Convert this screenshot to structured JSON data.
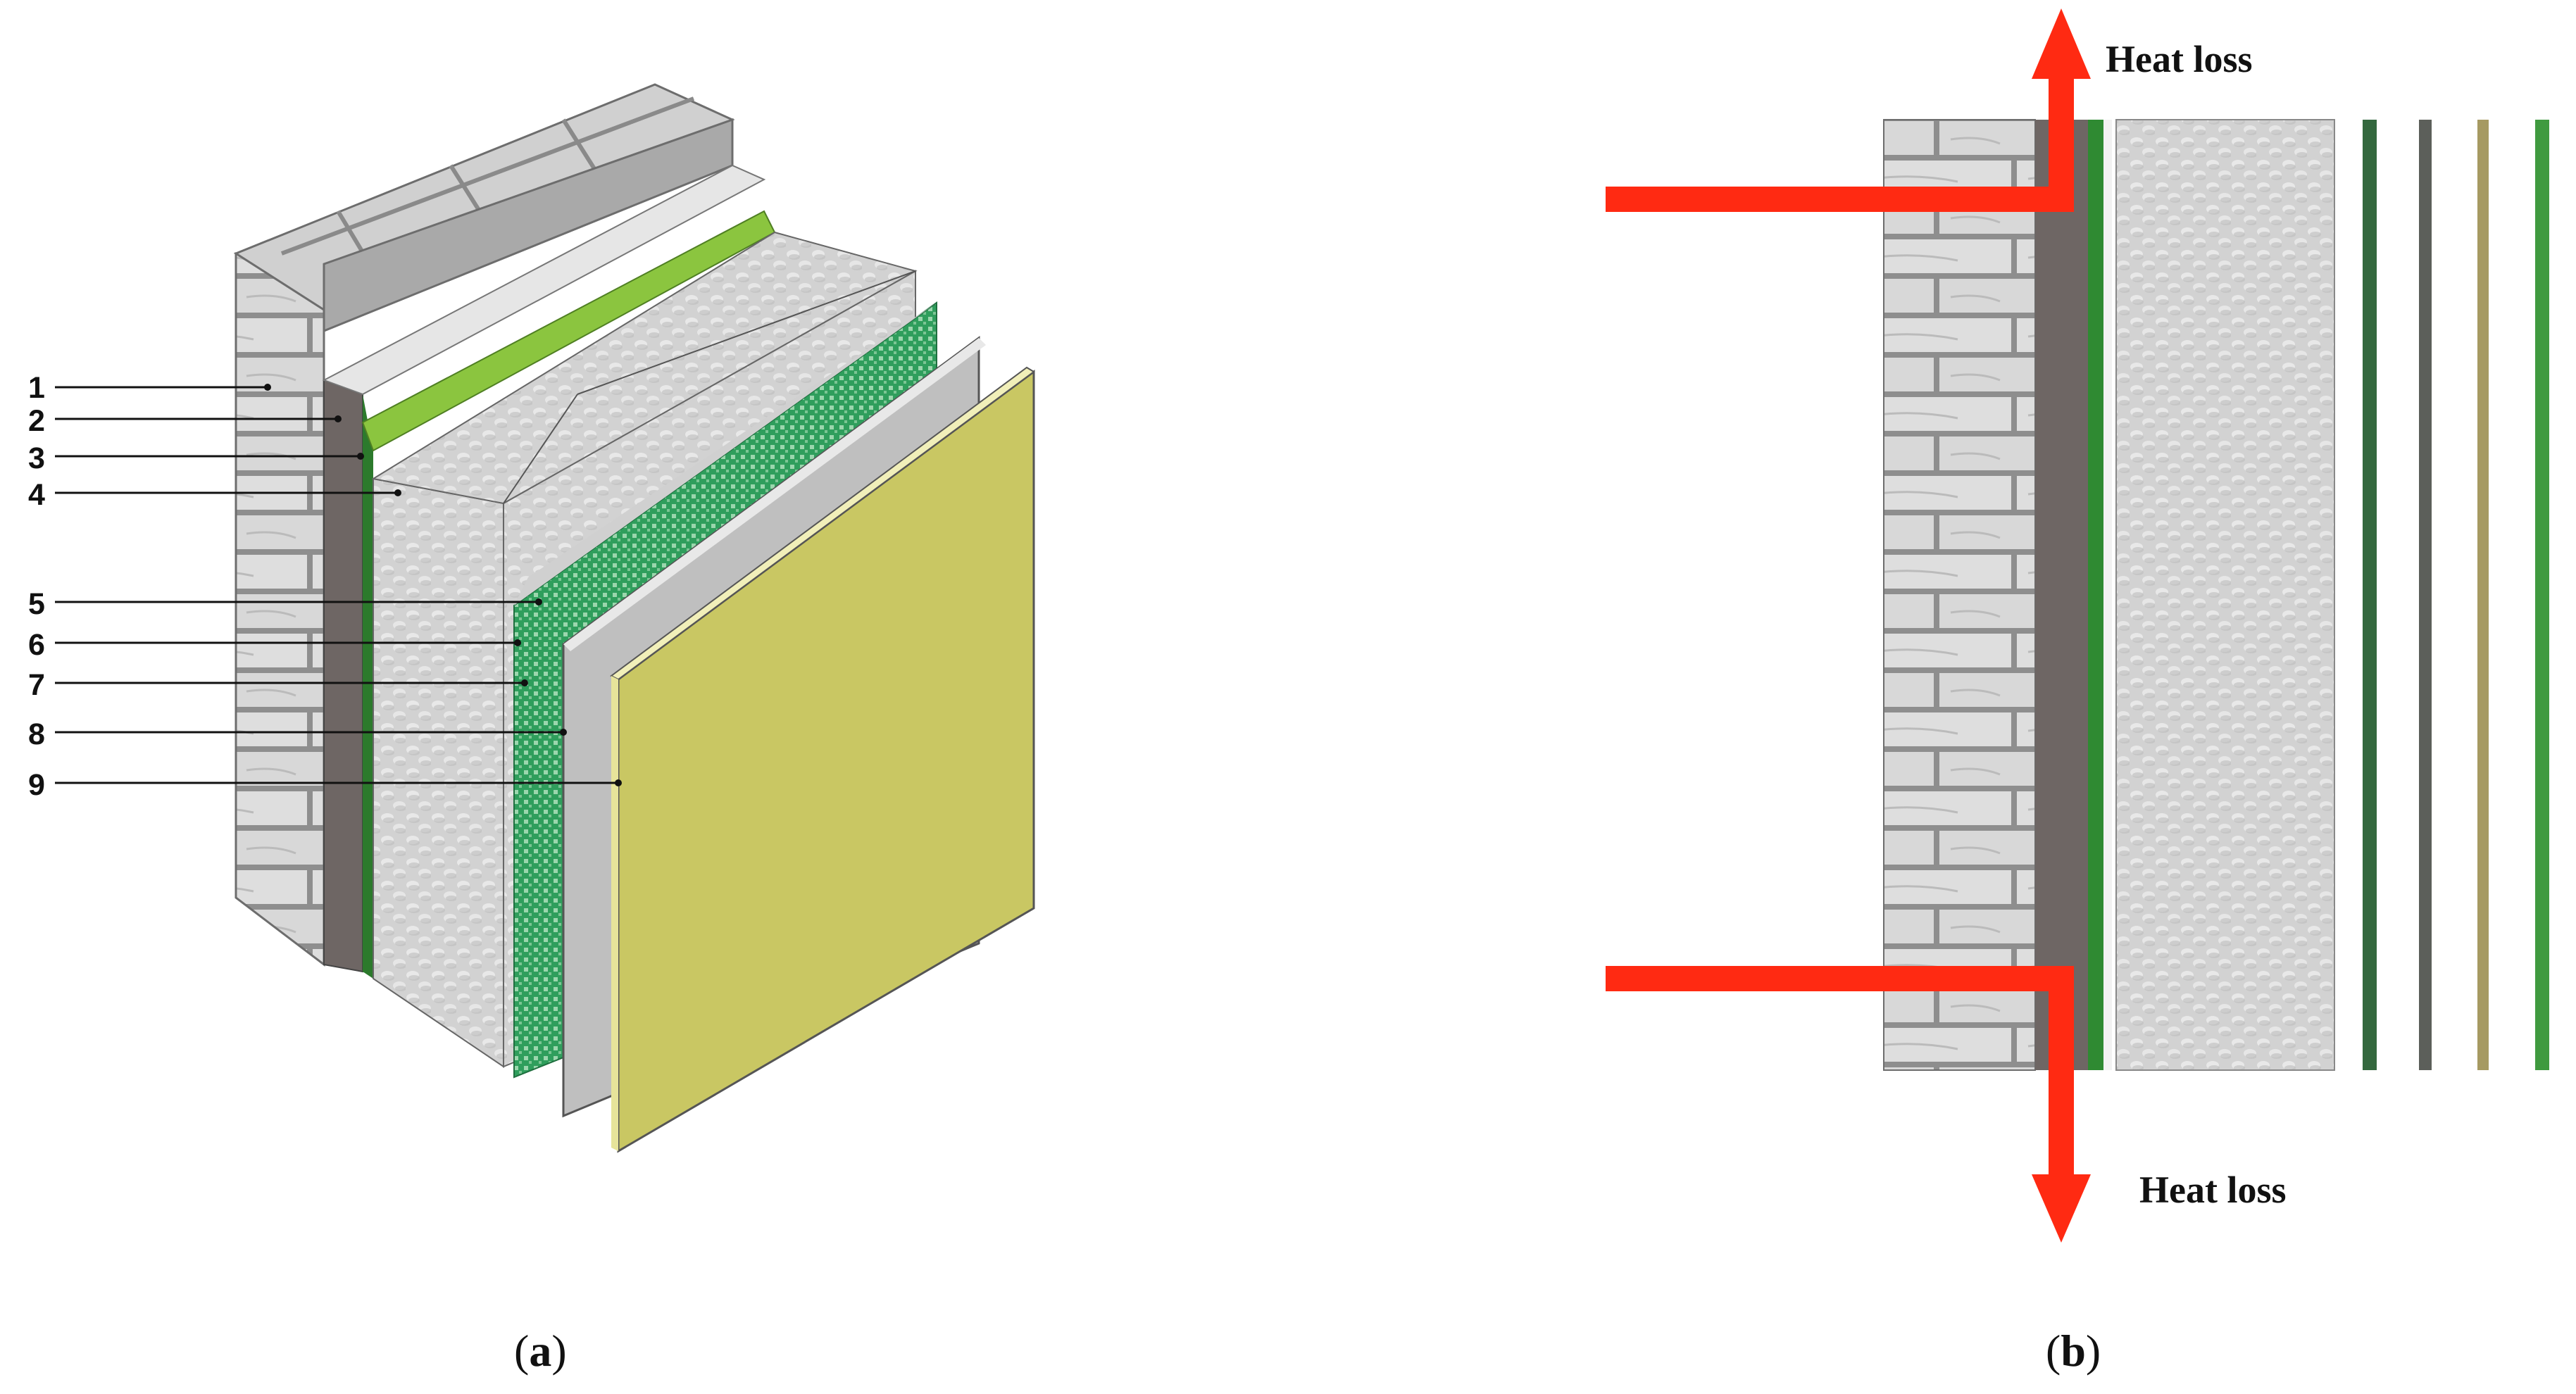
{
  "panel_a": {
    "callouts": [
      "1",
      "2",
      "3",
      "4",
      "5",
      "6",
      "7",
      "8",
      "9"
    ],
    "caption": {
      "open": "(",
      "letter": "a",
      "close": ")"
    }
  },
  "panel_b": {
    "heat_loss_top": "Heat loss",
    "heat_loss_bottom": "Heat loss",
    "caption": {
      "open": "(",
      "letter": "b",
      "close": ")"
    }
  },
  "colors": {
    "brick": "#dcdcdc",
    "mortar": "#8c8c8c",
    "adhesive": "#6e6664",
    "primer_green": "#8bc53f",
    "insulation": "#d3d3d3",
    "mesh_green": "#2e9e5b",
    "render_gray": "#bfbfbf",
    "finish_yellow": "#c9c763",
    "heat_arrow": "#ff2a12"
  }
}
